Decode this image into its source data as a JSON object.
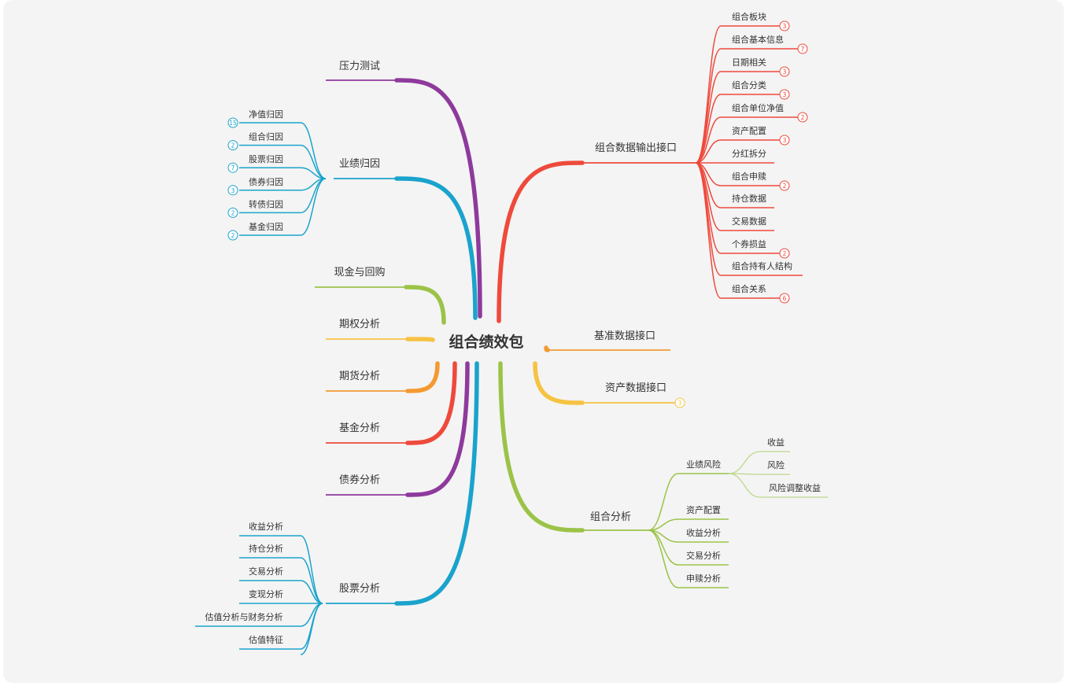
{
  "center": {
    "label": "组合绩效包"
  },
  "colors": {
    "purple": "#8e3a9c",
    "cyan": "#1aa3cc",
    "green": "#9bc348",
    "yellow": "#f6c342",
    "orange": "#f39a32",
    "red": "#ee4a3c",
    "text": "#333333"
  },
  "left_branches": [
    {
      "label": "压力测试",
      "color": "purple",
      "children": []
    },
    {
      "label": "业绩归因",
      "color": "cyan",
      "children": [
        {
          "label": "净值归因",
          "badge": "15"
        },
        {
          "label": "组合归因",
          "badge": "2"
        },
        {
          "label": "股票归因",
          "badge": "7"
        },
        {
          "label": "债券归因",
          "badge": "3"
        },
        {
          "label": "转债归因",
          "badge": "2"
        },
        {
          "label": "基金归因",
          "badge": "2"
        }
      ]
    },
    {
      "label": "现金与回购",
      "color": "green",
      "children": []
    },
    {
      "label": "期权分析",
      "color": "yellow",
      "children": []
    },
    {
      "label": "期货分析",
      "color": "orange",
      "children": []
    },
    {
      "label": "基金分析",
      "color": "red",
      "children": []
    },
    {
      "label": "债券分析",
      "color": "purple",
      "children": []
    },
    {
      "label": "股票分析",
      "color": "cyan",
      "children": [
        {
          "label": "收益分析"
        },
        {
          "label": "持仓分析"
        },
        {
          "label": "交易分析"
        },
        {
          "label": "变现分析"
        },
        {
          "label": "估值分析与财务分析"
        },
        {
          "label": "估值特征"
        },
        {
          "label": ""
        }
      ]
    }
  ],
  "right_branches": [
    {
      "label": "组合数据输出接口",
      "color": "red",
      "children": [
        {
          "label": "组合板块",
          "badge": "3"
        },
        {
          "label": "组合基本信息",
          "badge": "7"
        },
        {
          "label": "日期相关",
          "badge": "3"
        },
        {
          "label": "组合分类",
          "badge": "3"
        },
        {
          "label": "组合单位净值",
          "badge": "2"
        },
        {
          "label": "资产配置",
          "badge": "3"
        },
        {
          "label": "分红拆分"
        },
        {
          "label": "组合申赎",
          "badge": "2"
        },
        {
          "label": "持仓数据"
        },
        {
          "label": "交易数据"
        },
        {
          "label": "个券损益",
          "badge": "2"
        },
        {
          "label": "组合持有人结构"
        },
        {
          "label": "组合关系",
          "badge": "6"
        }
      ]
    },
    {
      "label": "基准数据接口",
      "color": "orange",
      "children": []
    },
    {
      "label": "资产数据接口",
      "color": "yellow",
      "badge": "3",
      "children": []
    },
    {
      "label": "组合分析",
      "color": "green",
      "children": [
        {
          "label": "业绩风险",
          "children": [
            {
              "label": "收益"
            },
            {
              "label": "风险"
            },
            {
              "label": "风险调整收益"
            }
          ]
        },
        {
          "label": "资产配置"
        },
        {
          "label": "收益分析"
        },
        {
          "label": "交易分析"
        },
        {
          "label": "申赎分析"
        }
      ]
    }
  ]
}
